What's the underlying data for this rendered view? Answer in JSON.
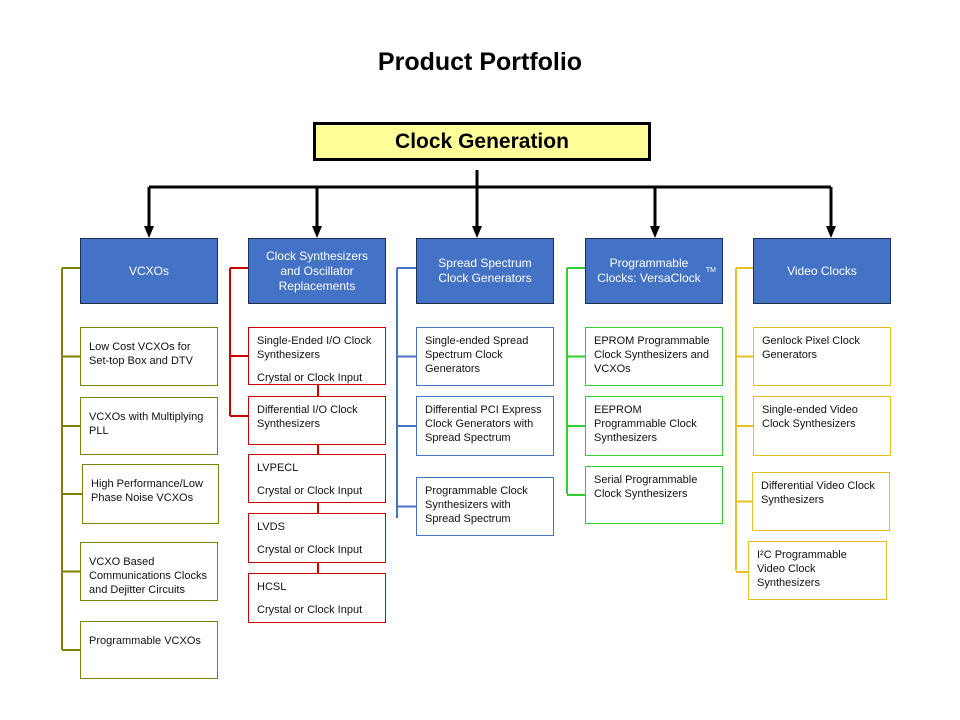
{
  "title": "Product Portfolio",
  "root": {
    "label": "Clock Generation"
  },
  "colors": {
    "root_fill": "#ffff99",
    "category_fill": "#4472c4",
    "vcxo_line": "#808000",
    "synth_line": "#cc0000",
    "spread_line": "#4472c4",
    "prog_line": "#33cc33",
    "video_line": "#e6c020"
  },
  "categories": [
    {
      "label": "VCXOs",
      "items": [
        {
          "text": "Low Cost VCXOs  for\nSet-top Box and DTV"
        },
        {
          "text": "VCXOs with Multiplying\nPLL"
        },
        {
          "text": "High Performance/Low\nPhase Noise VCXOs"
        },
        {
          "text": "VCXO  Based\nCommunications Clocks\nand Dejitter Circuits"
        },
        {
          "text": "Programmable VCXOs"
        }
      ]
    },
    {
      "label": "Clock Synthesizers and Oscillator Replacements",
      "items": [
        {
          "text": "Single-Ended I/O Clock\nSynthesizers",
          "sub": "Crystal or Clock Input"
        },
        {
          "text": "Differential I/O Clock\nSynthesizers"
        },
        {
          "text": "LVPECL",
          "sub": "Crystal or Clock Input"
        },
        {
          "text": "LVDS",
          "sub": "Crystal or Clock Input"
        },
        {
          "text": "HCSL",
          "sub": "Crystal or Clock Input"
        }
      ]
    },
    {
      "label": "Spread Spectrum Clock Generators",
      "items": [
        {
          "text": "Single-ended Spread\nSpectrum Clock\nGenerators"
        },
        {
          "text": "Differential PCI Express\nClock Generators with\nSpread Spectrum"
        },
        {
          "text": "Programmable Clock\nSynthesizers with\nSpread Spectrum"
        }
      ]
    },
    {
      "label": "Programmable Clocks: VersaClock",
      "label_sup": "TM",
      "items": [
        {
          "text": "EPROM Programmable\nClock Synthesizers and\nVCXOs"
        },
        {
          "text": "EEPROM\nProgrammable Clock\nSynthesizers"
        },
        {
          "text": "Serial Programmable\nClock Synthesizers"
        }
      ]
    },
    {
      "label": "Video Clocks",
      "items": [
        {
          "text": "Genlock Pixel Clock\nGenerators"
        },
        {
          "text": "Single-ended Video\nClock Synthesizers"
        },
        {
          "text": "Differential Video Clock\nSynthesizers"
        },
        {
          "text": "I²C Programmable\nVideo Clock\nSynthesizers"
        }
      ]
    }
  ]
}
